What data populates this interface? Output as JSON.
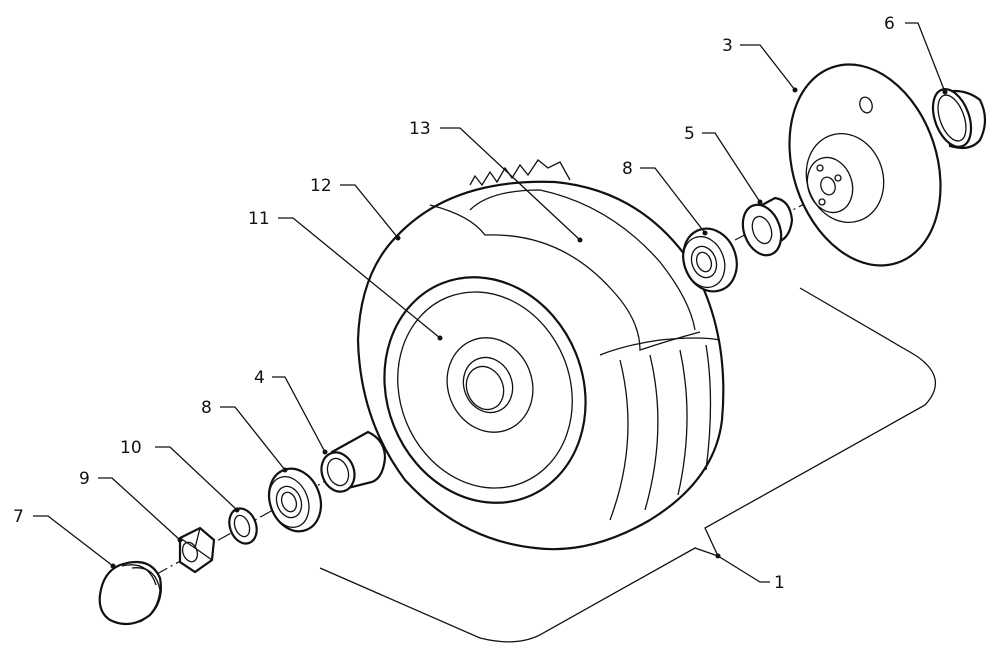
{
  "diagram": {
    "callouts": [
      {
        "id": "c1",
        "label": "1",
        "part": "wheel-assembly"
      },
      {
        "id": "c3",
        "label": "3",
        "part": "hub-flange"
      },
      {
        "id": "c4",
        "label": "4",
        "part": "spacer-sleeve"
      },
      {
        "id": "c5",
        "label": "5",
        "part": "flanged-bushing"
      },
      {
        "id": "c6",
        "label": "6",
        "part": "retaining-ring"
      },
      {
        "id": "c7",
        "label": "7",
        "part": "dust-cap"
      },
      {
        "id": "c8a",
        "label": "8",
        "part": "ball-bearing-right"
      },
      {
        "id": "c8b",
        "label": "8",
        "part": "ball-bearing-left"
      },
      {
        "id": "c9",
        "label": "9",
        "part": "hex-nut"
      },
      {
        "id": "c10",
        "label": "10",
        "part": "washer"
      },
      {
        "id": "c11",
        "label": "11",
        "part": "wheel-rim"
      },
      {
        "id": "c12",
        "label": "12",
        "part": "tire"
      },
      {
        "id": "c13",
        "label": "13",
        "part": "tire-tread"
      }
    ]
  }
}
